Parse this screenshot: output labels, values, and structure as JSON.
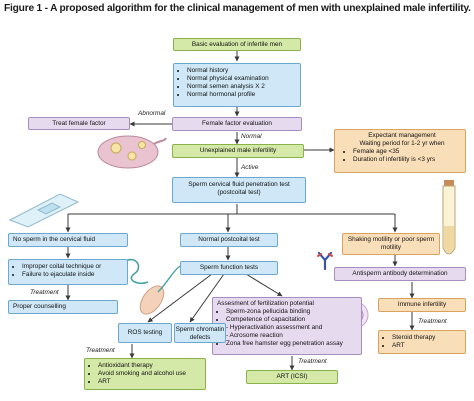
{
  "title": "Figure 1 - A proposed algorithm for the clinical management of men with unexplained male infertility.",
  "nodes": {
    "basic_eval": "Basic evaluation of infertile men",
    "normal_list": [
      "Normal history",
      "Normal physical examination",
      "Normal semen analysis X 2",
      "Normal hormonal profile"
    ],
    "treat_female": "Treat female factor",
    "female_eval": "Female factor evaluation",
    "unexplained": "Unexplained male infertility",
    "expectant_title": "Expectant management",
    "expectant_sub": "Waiting period for 1-2 yr when",
    "expectant_list": [
      "Female age <35",
      "Duration of infertility is <3 yrs"
    ],
    "postcoital_line1": "Sperm cervical fluid penetration test",
    "postcoital_line2": "(postcoital test)",
    "no_sperm": "No sperm in the cervical fluid",
    "normal_postcoital": "Normal postcoital test",
    "shaking": "Shaking motility or poor sperm motility",
    "improper_list": [
      "Improper coital technique or",
      "Failure to ejaculate inside"
    ],
    "proper": "Proper counselling",
    "sperm_function": "Sperm function tests",
    "antisperm": "Antisperm antibody determination",
    "ros": "ROS testing",
    "chromatin": "Sperm chromatin defects",
    "fert_title": "Assesment of fertilization potential",
    "fert_list": [
      "Sperm-zona pellucida binding",
      "Competence of capacitation",
      "- Hyperactivation assessment and",
      "- Acrosome reaction",
      "Zona free hamster egg penetration assay"
    ],
    "immune": "Immune infertility",
    "treat_list_left": [
      "Antioxidant therapy",
      "Avoid smoking and alcohol use",
      "ART"
    ],
    "treat_list_right": [
      "Steroid therapy",
      "ART"
    ],
    "art_icsi": "ART (ICSI)"
  },
  "labels": {
    "abnormal": "Abnormal",
    "normal": "Normal",
    "active": "Active",
    "treatment": "Treatment"
  },
  "colors": {
    "green": "#d4e8a7",
    "blue": "#cfe7f6",
    "purple": "#e6daef",
    "orange": "#f8deb9",
    "line": "#3a3a3a"
  }
}
